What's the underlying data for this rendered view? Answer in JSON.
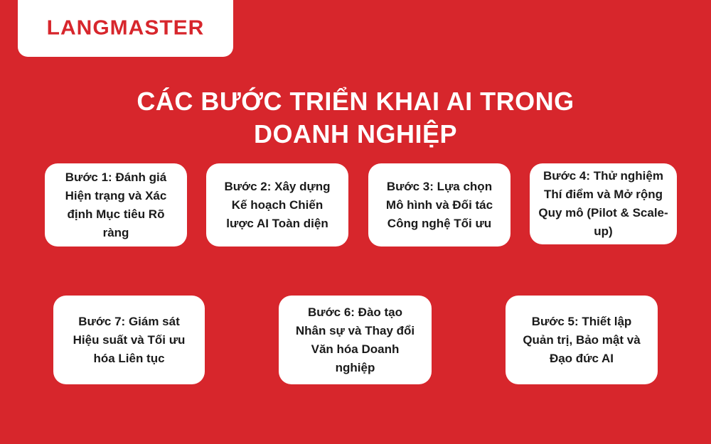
{
  "logo": {
    "text": "LANGMASTER"
  },
  "title": {
    "line1": "CÁC BƯỚC TRIỂN KHAI AI TRONG",
    "line2": "DOANH NGHIỆP"
  },
  "steps": [
    {
      "label": "Bước 1:  Đánh giá Hiện trạng và Xác định Mục tiêu Rõ ràng"
    },
    {
      "label": "Bước 2: Xây dựng Kế hoạch Chiến lược AI Toàn diện"
    },
    {
      "label": "Bước 3: Lựa chọn Mô hình và Đối tác Công nghệ Tối ưu"
    },
    {
      "label": "Bước 4: Thử nghiệm Thí điểm và Mở rộng Quy mô (Pilot & Scale-up)"
    },
    {
      "label": "Bước 5: Thiết lập Quản trị, Bảo mật và Đạo đức AI"
    },
    {
      "label": "Bước 6: Đào tạo Nhân sự và Thay đổi Văn hóa Doanh nghiệp"
    },
    {
      "label": "Bước 7: Giám sát Hiệu suất và Tối ưu hóa Liên tục"
    }
  ],
  "colors": {
    "background": "#d7262c",
    "card": "#ffffff",
    "brand": "#d7262c"
  }
}
